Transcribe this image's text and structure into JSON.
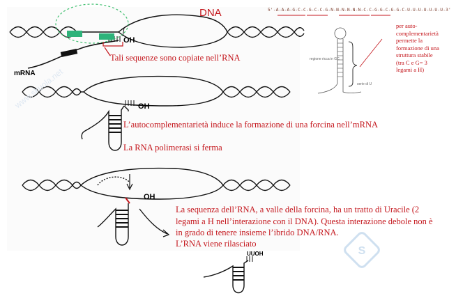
{
  "labels": {
    "dna": "DNA",
    "mrna": "mRNA",
    "sequences_copied": "Tali sequenze sono copiate nell’RNA",
    "self_complementarity": "L’autocomplementarietà induce la formazione di una forcina nell’mRNA",
    "polymerase_stops": "La RNA polimerasi si ferma",
    "uracil_line1": "La sequenza dell’RNA, a valle della forcina, ha un tratto di Uracile (2",
    "uracil_line2": "legami a H nell’interazione con il DNA). Questa interazione debole non è",
    "uracil_line3": "in grado di tenere insieme l’ibrido DNA/RNA.",
    "rna_released": "L’RNA viene rilasciato",
    "oh": "OH",
    "uoh": "UUOH"
  },
  "inset": {
    "sequence": "5'-A-A-A-G-C-C-G-C-C-G-N-N-N-N-N-N-C-C-G-G-C-G-G-C-U-U-U-U-U-U-U-3'",
    "gc_region": "regione ricca in GC",
    "u_series": "serie di U",
    "note_line1": "per auto-",
    "note_line2": "complementarietà",
    "note_line3": "permette la",
    "note_line4": "formazione di una",
    "note_line5": "struttura stabile",
    "note_line6": "(tra C e G= 3",
    "note_line7": "legami a H)"
  },
  "watermark": {
    "text": "www.skuola.net",
    "logo_letter": "S"
  },
  "colors": {
    "annotation_red": "#c4161c",
    "dna_stroke": "#111111",
    "promoter_green": "#2db37a",
    "bubble_dash": "#3fbf6f",
    "watermark_blue": "#cfe0f0"
  }
}
